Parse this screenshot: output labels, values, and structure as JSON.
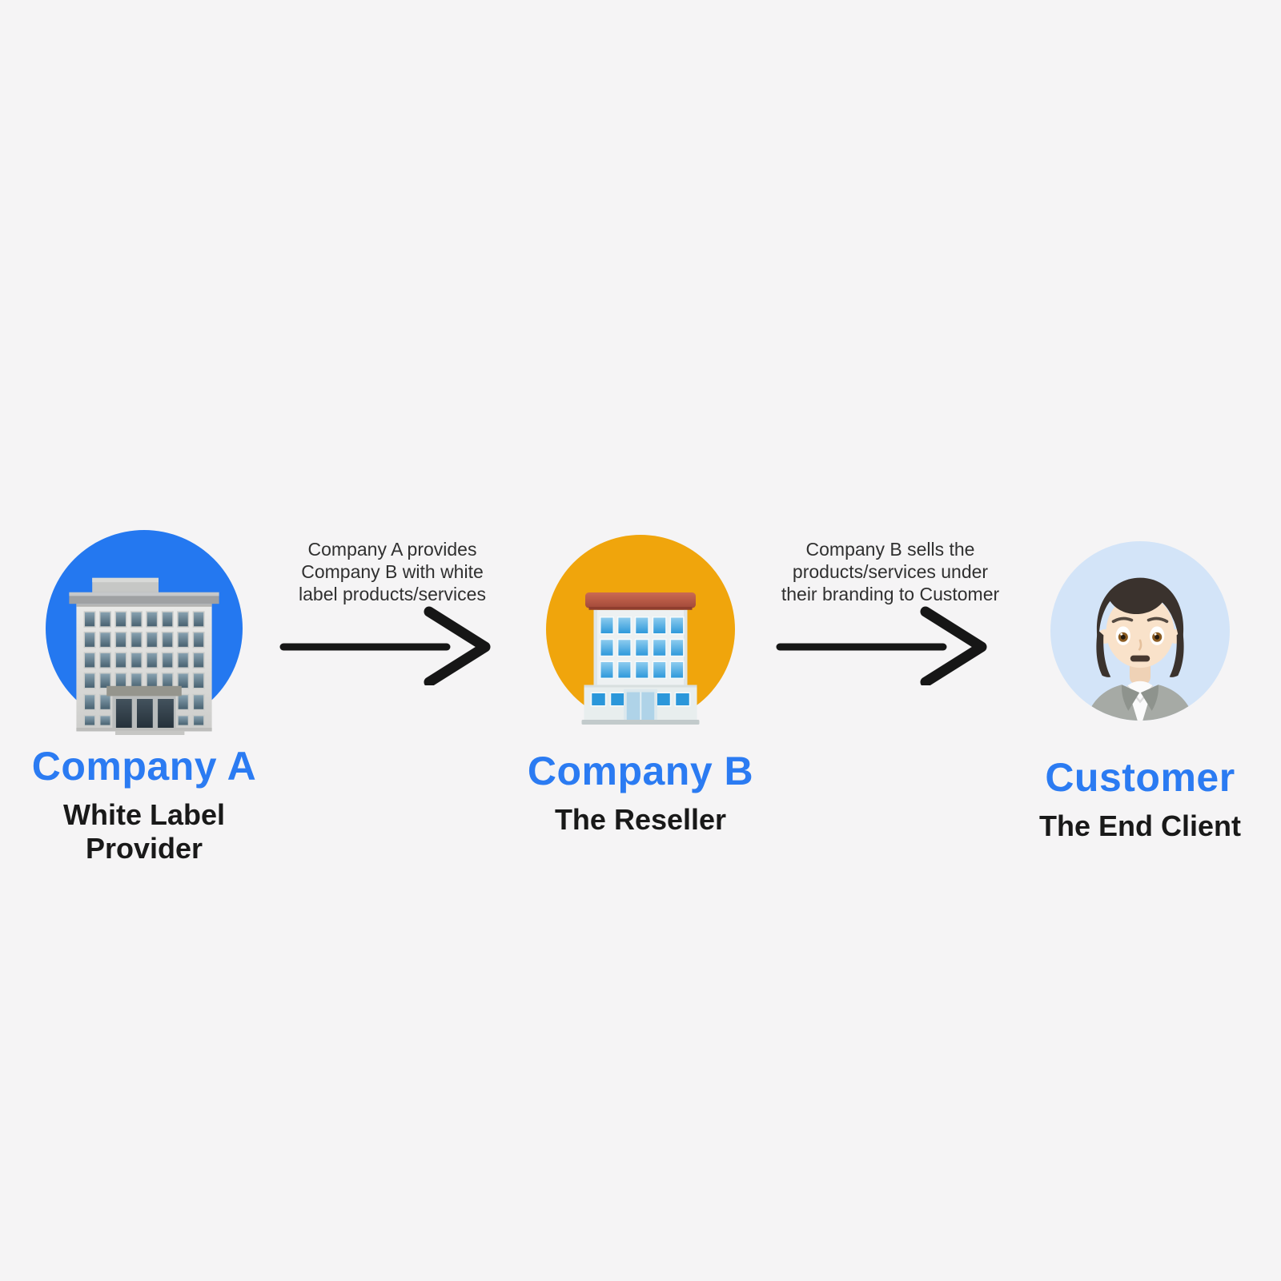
{
  "meta": {
    "background_color": "#F5F4F5",
    "diagram_type": "left-to-right business flow"
  },
  "nodes": [
    {
      "id": "company-a",
      "title": "Company A",
      "subtitle": "White Label Provider",
      "icon": "office-building-icon",
      "circle_color": "#2478F0",
      "title_color": "#2B7BF2",
      "subtitle_color": "#191919"
    },
    {
      "id": "company-b",
      "title": "Company B",
      "subtitle": "The Reseller",
      "icon": "storefront-building-icon",
      "circle_color": "#F0A50C",
      "title_color": "#2B7BF2",
      "subtitle_color": "#191919"
    },
    {
      "id": "customer",
      "title": "Customer",
      "subtitle": "The End Client",
      "icon": "office-worker-person-icon",
      "circle_color": "#D3E4F8",
      "title_color": "#2B7BF2",
      "subtitle_color": "#191919"
    }
  ],
  "connectors": [
    {
      "id": "arrow-1",
      "from": "company-a",
      "to": "company-b",
      "direction": "right",
      "arrow_color": "#161616",
      "label_lines": [
        "Company A provides",
        "Company B with white",
        "label products/services"
      ]
    },
    {
      "id": "arrow-2",
      "from": "company-b",
      "to": "customer",
      "direction": "right",
      "arrow_color": "#161616",
      "label_lines": [
        "Company B sells the",
        "products/services under",
        "their branding to Customer"
      ]
    }
  ]
}
